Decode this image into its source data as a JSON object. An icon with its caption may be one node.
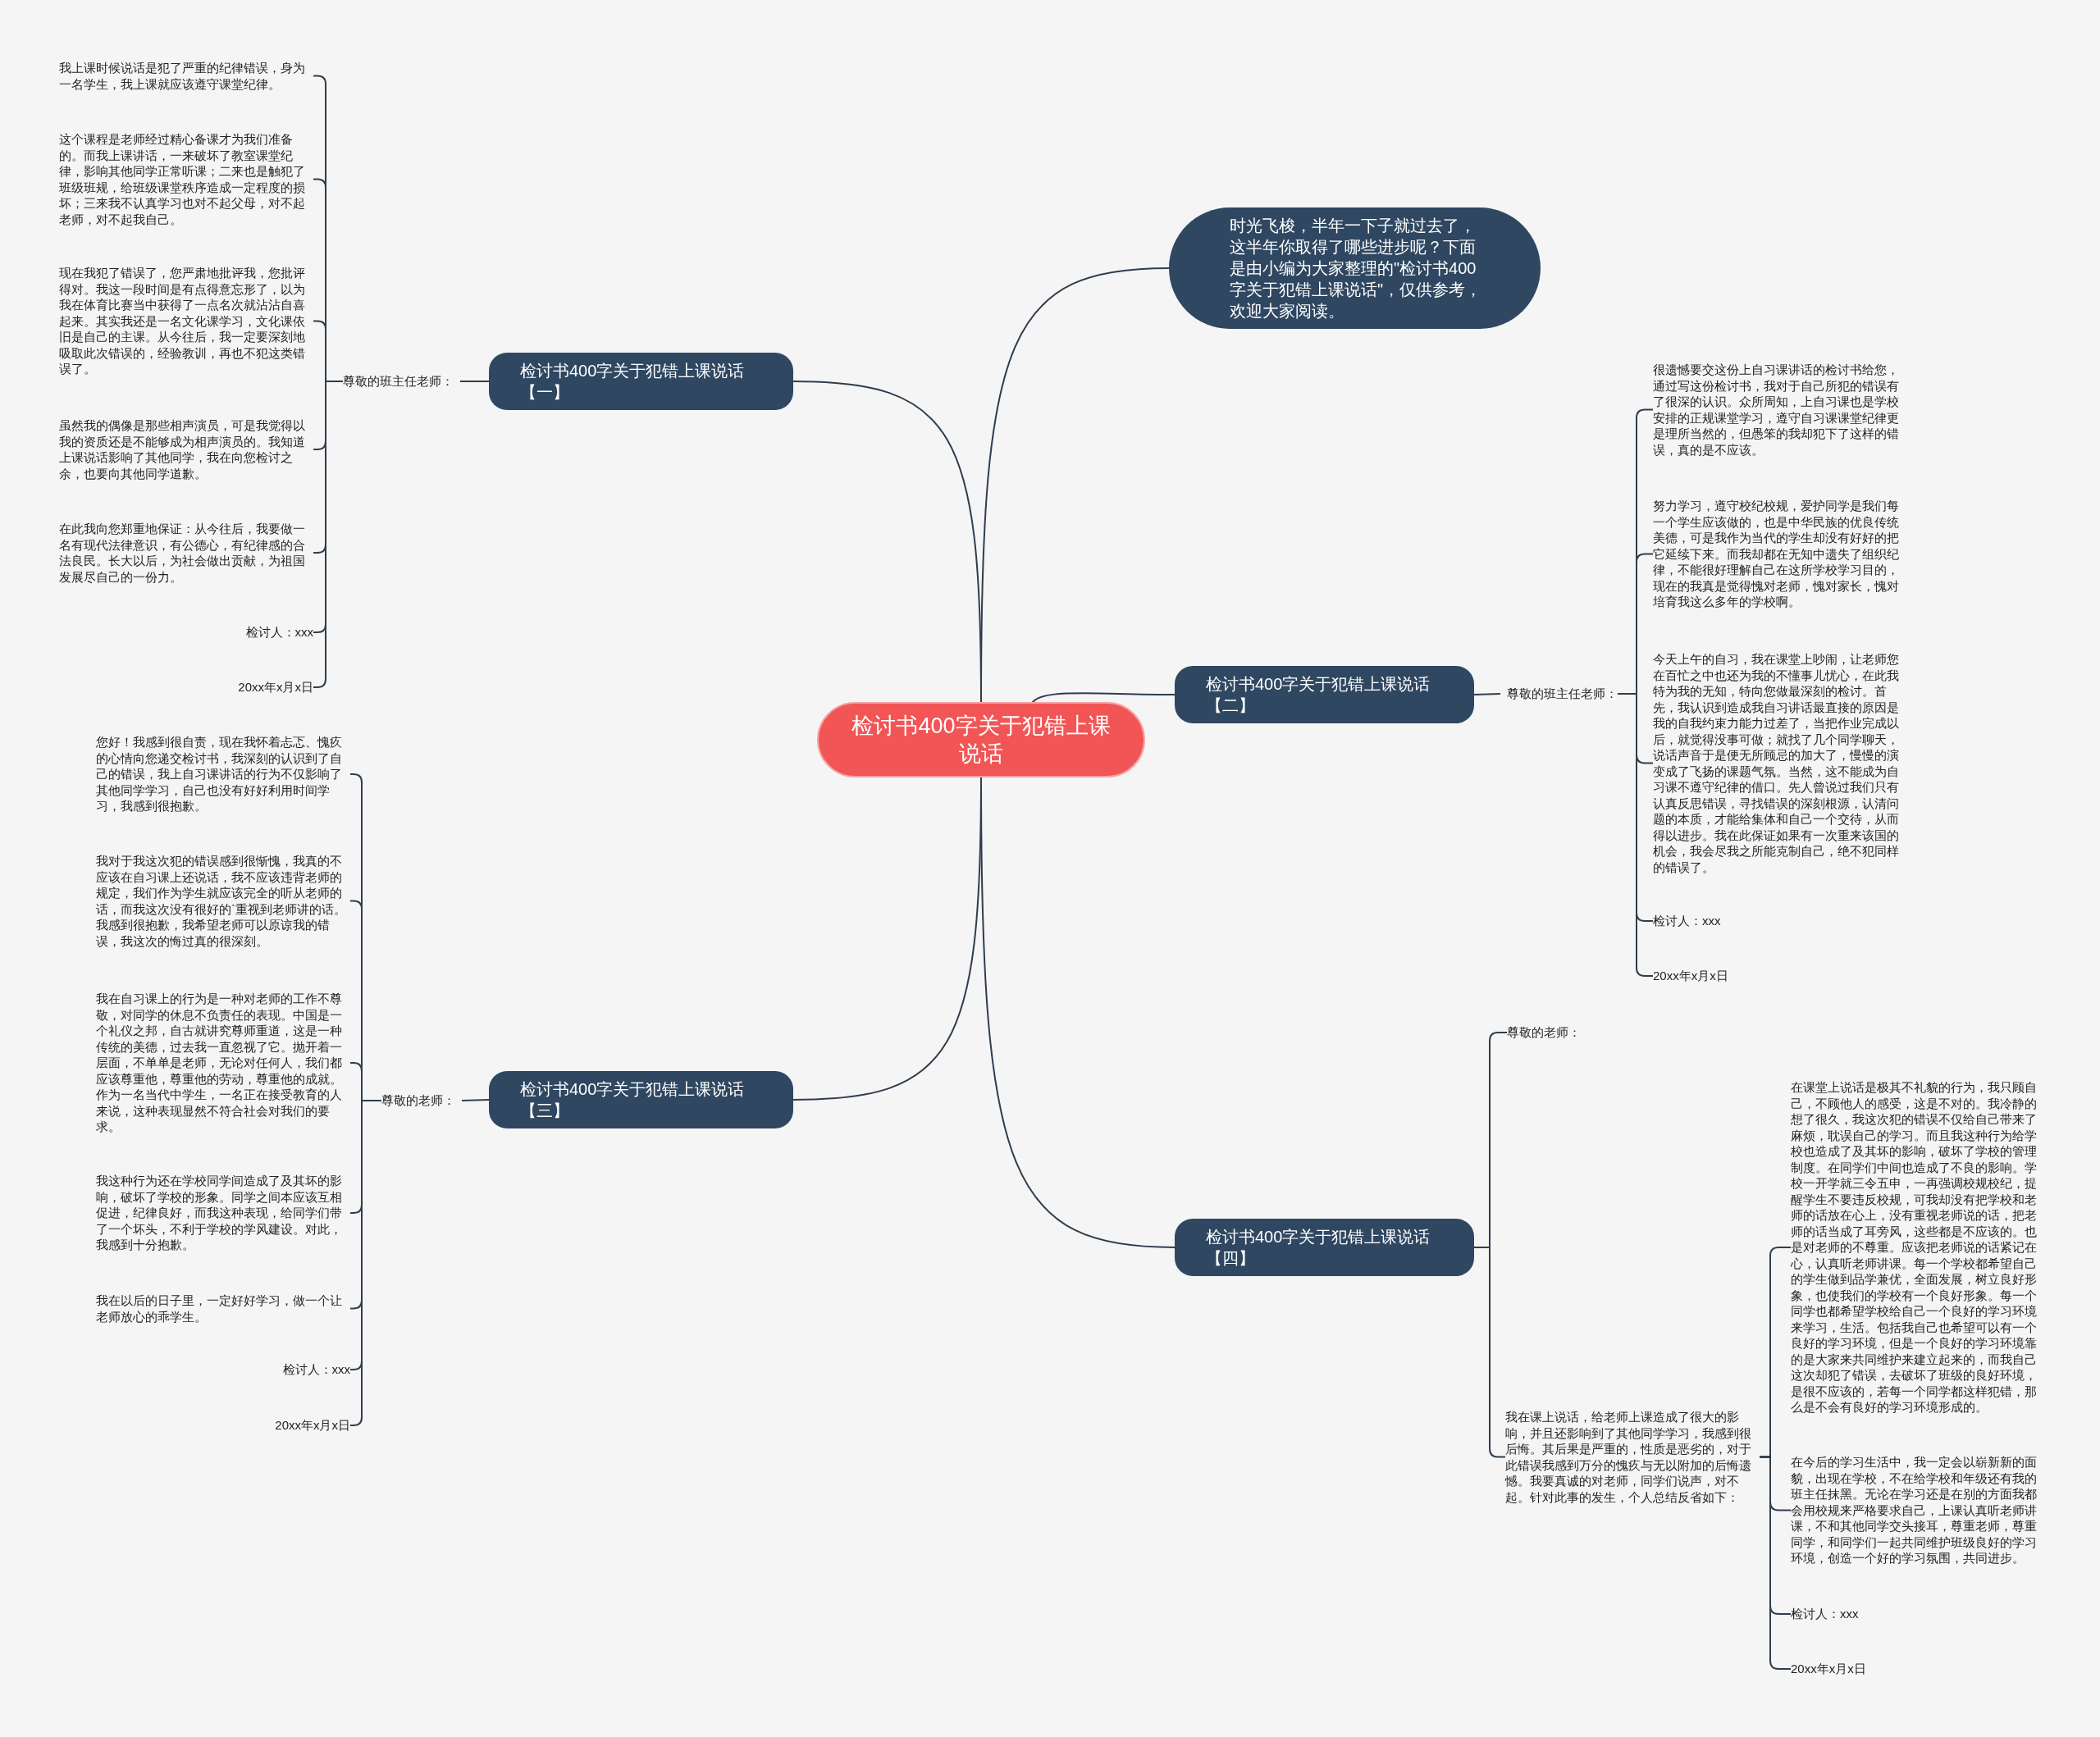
{
  "diagram": {
    "nodes": [
      {
        "text": [
          "检讨书400字关于犯错上课说话"
        ]
      },
      {
        "text": [
          "时光飞梭，半年一下子就过去了，这半年你取得了哪些进步呢？下面是由小编为大家整理的\"检讨书400字关于犯错上课说话\"，仅供参考，欢迎大家阅读。"
        ]
      },
      {
        "text": [
          "检讨书400字关于犯错上课说话【一】"
        ]
      },
      {
        "text": [
          "尊敬的班主任老师："
        ]
      },
      {
        "text": [
          "我上课时候说话是犯了严重的纪律错误，身为一名学生，我上课就应该遵守课堂纪律。"
        ]
      },
      {
        "text": [
          "这个课程是老师经过精心备课才为我们准备的。而我上课讲话，一来破坏了教室课堂纪律，影响其他同学正常听课；二来也是触犯了班级班规，给班级课堂秩序造成一定程度的损坏；三来我不认真学习也对不起父母，对不起老师，对不起我自己。"
        ]
      },
      {
        "text": [
          "现在我犯了错误了，您严肃地批评我，您批评得对。我这一段时间是有点得意忘形了，以为我在体育比赛当中获得了一点名次就沾沾自喜起来。其实我还是一名文化课学习，文化课依旧是自己的主课。从今往后，我一定要深刻地吸取此次错误的，经验教训，再也不犯这类错误了。"
        ]
      },
      {
        "text": [
          "虽然我的偶像是那些相声演员，可是我觉得以我的资质还是不能够成为相声演员的。我知道上课说话影响了其他同学，我在向您检讨之余，也要向其他同学道歉。"
        ]
      },
      {
        "text": [
          "在此我向您郑重地保证：从今往后，我要做一名有现代法律意识，有公德心，有纪律感的合法良民。长大以后，为社会做出贡献，为祖国发展尽自己的一份力。"
        ]
      },
      {
        "text": [
          "检讨人：xxx"
        ]
      },
      {
        "text": [
          "20xx年x月x日"
        ]
      },
      {
        "text": [
          "检讨书400字关于犯错上课说话【二】"
        ]
      },
      {
        "text": [
          "尊敬的班主任老师："
        ]
      },
      {
        "text": [
          "很遗憾要交这份上自习课讲话的检讨书给您，通过写这份检讨书，我对于自己所犯的错误有了很深的认识。众所周知，上自习课也是学校安排的正规课堂学习，遵守自习课课堂纪律更是理所当然的，但愚笨的我却犯下了这样的错误，真的是不应该。"
        ]
      },
      {
        "text": [
          "努力学习，遵守校纪校规，爱护同学是我们每一个学生应该做的，也是中华民族的优良传统美德，可是我作为当代的学生却没有好好的把它延续下来。而我却都在无知中遗失了组织纪律，不能很好理解自己在这所学校学习目的，现在的我真是觉得愧对老师，愧对家长，愧对培育我这么多年的学校啊。"
        ]
      },
      {
        "text": [
          "今天上午的自习，我在课堂上吵闹，让老师您在百忙之中也还为我的不懂事儿忧心，在此我特为我的无知，特向您做最深刻的检讨。首先，我认识到造成我自习讲话最直接的原因是我的自我约束力能力过差了，当把作业完成以后，就觉得没事可做；就找了几个同学聊天，说话声音于是便无所顾忌的加大了，慢慢的演变成了飞扬的课题气氛。当然，这不能成为自习课不遵守纪律的借口。先人曾说过我们只有认真反思错误，寻找错误的深刻根源，认清问题的本质，才能给集体和自己一个交待，从而得以进步。我在此保证如果有一次重来该国的机会，我会尽我之所能克制自己，绝不犯同样的错误了。"
        ]
      },
      {
        "text": [
          "检讨人：xxx"
        ]
      },
      {
        "text": [
          "20xx年x月x日"
        ]
      },
      {
        "text": [
          "检讨书400字关于犯错上课说话【三】"
        ]
      },
      {
        "text": [
          "尊敬的老师："
        ]
      },
      {
        "text": [
          "您好！我感到很自责，现在我怀着忐忑、愧疚的心情向您递交检讨书，我深刻的认识到了自己的错误，我上自习课讲话的行为不仅影响了其他同学学习，自己也没有好好利用时间学习，我感到很抱歉。"
        ]
      },
      {
        "text": [
          "我对于我这次犯的错误感到很惭愧，我真的不应该在自习课上还说话，我不应该违背老师的规定，我们作为学生就应该完全的听从老师的话，而我这次没有很好的`重视到老师讲的话。我感到很抱歉，我希望老师可以原谅我的错误，我这次的悔过真的很深刻。"
        ]
      },
      {
        "text": [
          "我在自习课上的行为是一种对老师的工作不尊敬，对同学的休息不负责任的表现。中国是一个礼仪之邦，自古就讲究尊师重道，这是一种传统的美德，过去我一直忽视了它。抛开着一层面，不单单是老师，无论对任何人，我们都应该尊重他，尊重他的劳动，尊重他的成就。作为一名当代中学生，一名正在接受教育的人来说，这种表现显然不符合社会对我们的要求。"
        ]
      },
      {
        "text": [
          "我这种行为还在学校同学间造成了及其坏的影响，破坏了学校的形象。同学之间本应该互相促进，纪律良好，而我这种表现，给同学们带了一个坏头，不利于学校的学风建设。对此，我感到十分抱歉。"
        ]
      },
      {
        "text": [
          "我在以后的日子里，一定好好学习，做一个让老师放心的乖学生。"
        ]
      },
      {
        "text": [
          "检讨人：xxx"
        ]
      },
      {
        "text": [
          "20xx年x月x日"
        ]
      },
      {
        "text": [
          "检讨书400字关于犯错上课说话【四】"
        ]
      },
      {
        "text": [
          "尊敬的老师："
        ]
      },
      {
        "text": [
          "我在课上说话，给老师上课造成了很大的影响，并且还影响到了其他同学学习，我感到很后悔。其后果是严重的，性质是恶劣的，对于此错误我感到万分的愧疚与无以附加的后悔遗憾。我要真诚的对老师，同学们说声，对不起。针对此事的发生，个人总结反省如下："
        ]
      },
      {
        "text": [
          "在课堂上说话是极其不礼貌的行为，我只顾自己，不顾他人的感受，这是不对的。我冷静的想了很久，我这次犯的错误不仅给自己带来了麻烦，耽误自己的学习。而且我这种行为给学校也造成了及其坏的影响，破坏了学校的管理制度。在同学们中间也造成了不良的影响。学校一开学就三令五申，一再强调校规校纪，提醒学生不要违反校规，可我却没有把学校和老师的话放在心上，没有重视老师说的话，把老师的话当成了耳旁风，这些都是不应该的。也是对老师的不尊重。应该把老师说的话紧记在心，认真听老师讲课。每一个学校都希望自己的学生做到品学兼优，全面发展，树立良好形象，也使我们的学校有一个良好形象。每一个同学也都希望学校给自己一个良好的学习环境来学习，生活。包括我自己也希望可以有一个良好的学习环境，但是一个良好的学习环境靠的是大家来共同维护来建立起来的，而我自己这次却犯了错误，去破坏了班级的良好环境，是很不应该的，若每一个同学都这样犯错，那么是不会有良好的学习环境形成的。"
        ]
      },
      {
        "text": [
          "在今后的学习生活中，我一定会以崭新新的面貌，出现在学校，不在给学校和年级还有我的班主任抹黑。无论在学习还是在别的方面我都会用校规来严格要求自己，上课认真听老师讲课，不和其他同学交头接耳，尊重老师，尊重同学，和同学们一起共同维护班级良好的学习环境，创造一个好的学习氛围，共同进步。"
        ]
      },
      {
        "text": [
          "检讨人：xxx"
        ]
      },
      {
        "text": [
          "20xx年x月x日"
        ]
      }
    ],
    "edges": [
      {
        "from": 0,
        "to": 1,
        "arrow": "none"
      },
      {
        "from": 0,
        "to": 2,
        "arrow": "none"
      },
      {
        "from": 0,
        "to": 11,
        "arrow": "none"
      },
      {
        "from": 0,
        "to": 18,
        "arrow": "none"
      },
      {
        "from": 0,
        "to": 27,
        "arrow": "none"
      },
      {
        "from": 2,
        "to": 3,
        "arrow": "none"
      },
      {
        "from": 3,
        "to": 4,
        "arrow": "none"
      },
      {
        "from": 3,
        "to": 5,
        "arrow": "none"
      },
      {
        "from": 3,
        "to": 6,
        "arrow": "none"
      },
      {
        "from": 3,
        "to": 7,
        "arrow": "none"
      },
      {
        "from": 3,
        "to": 8,
        "arrow": "none"
      },
      {
        "from": 3,
        "to": 9,
        "arrow": "none"
      },
      {
        "from": 3,
        "to": 10,
        "arrow": "none"
      },
      {
        "from": 11,
        "to": 12,
        "arrow": "none"
      },
      {
        "from": 12,
        "to": 13,
        "arrow": "none"
      },
      {
        "from": 12,
        "to": 14,
        "arrow": "none"
      },
      {
        "from": 12,
        "to": 15,
        "arrow": "none"
      },
      {
        "from": 12,
        "to": 16,
        "arrow": "none"
      },
      {
        "from": 12,
        "to": 17,
        "arrow": "none"
      },
      {
        "from": 18,
        "to": 19,
        "arrow": "none"
      },
      {
        "from": 19,
        "to": 20,
        "arrow": "none"
      },
      {
        "from": 19,
        "to": 21,
        "arrow": "none"
      },
      {
        "from": 19,
        "to": 22,
        "arrow": "none"
      },
      {
        "from": 19,
        "to": 23,
        "arrow": "none"
      },
      {
        "from": 19,
        "to": 24,
        "arrow": "none"
      },
      {
        "from": 19,
        "to": 25,
        "arrow": "none"
      },
      {
        "from": 19,
        "to": 26,
        "arrow": "none"
      },
      {
        "from": 27,
        "to": 28,
        "arrow": "none"
      },
      {
        "from": 27,
        "to": 29,
        "arrow": "none"
      },
      {
        "from": 29,
        "to": 30,
        "arrow": "none"
      },
      {
        "from": 29,
        "to": 31,
        "arrow": "none"
      },
      {
        "from": 29,
        "to": 32,
        "arrow": "none"
      },
      {
        "from": 29,
        "to": 33,
        "arrow": "none"
      }
    ]
  }
}
